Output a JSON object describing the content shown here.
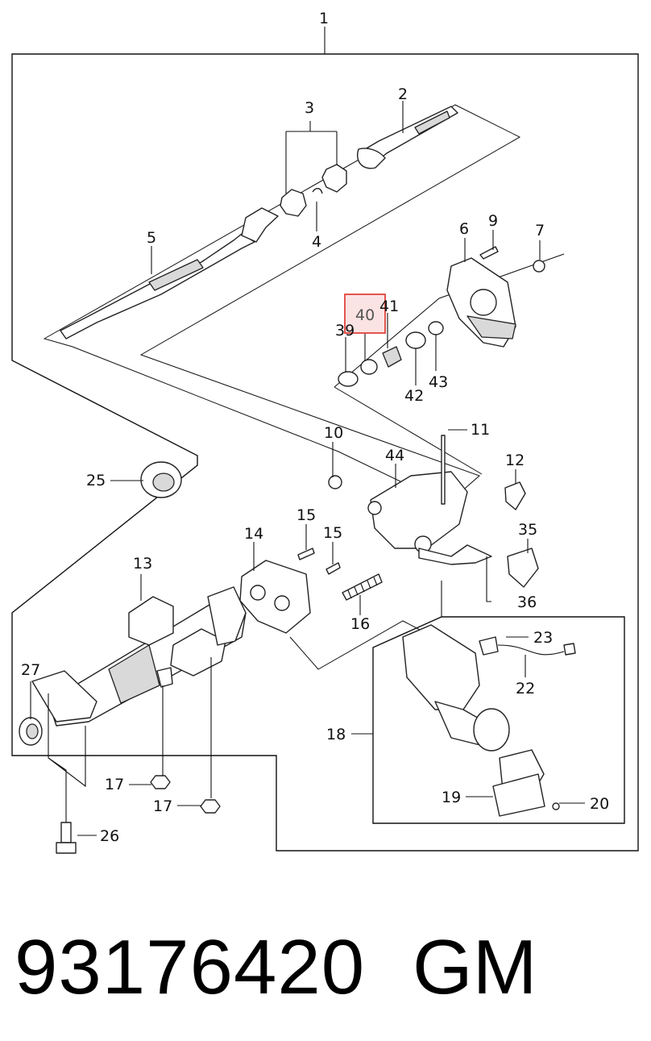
{
  "diagram": {
    "callouts": {
      "c1": "1",
      "c2": "2",
      "c3": "3",
      "c4": "4",
      "c5": "5",
      "c6": "6",
      "c7": "7",
      "c9": "9",
      "c10": "10",
      "c11": "11",
      "c12": "12",
      "c13": "13",
      "c14": "14",
      "c15a": "15",
      "c15b": "15",
      "c16": "16",
      "c17a": "17",
      "c17b": "17",
      "c18": "18",
      "c19": "19",
      "c20": "20",
      "c22": "22",
      "c23": "23",
      "c25": "25",
      "c26": "26",
      "c27": "27",
      "c35": "35",
      "c36": "36",
      "c39": "39",
      "c40": "40",
      "c41": "41",
      "c42": "42",
      "c43": "43",
      "c44": "44"
    },
    "highlighted_callout": "40",
    "highlight_color": "#e0443c",
    "highlight_fill": "#fbe3e3"
  },
  "footer": {
    "part_number": "93176420",
    "brand": "GM"
  }
}
